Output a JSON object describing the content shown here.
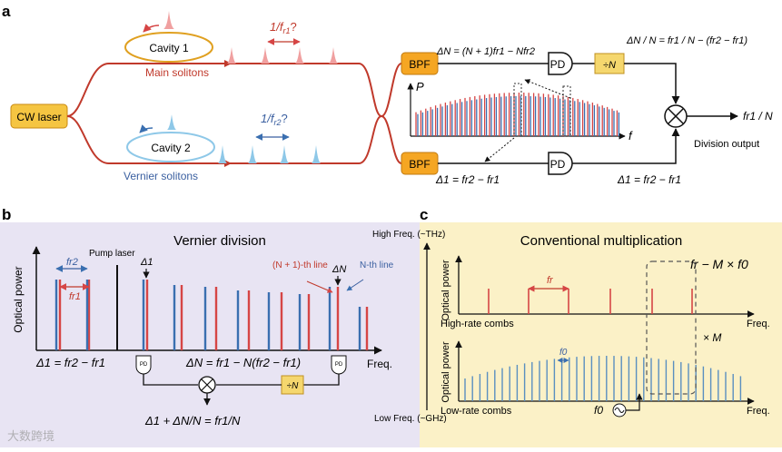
{
  "panels": {
    "a": {
      "label": "a",
      "cw_laser": "CW laser",
      "cavity1": "Cavity 1",
      "cavity2": "Cavity 2",
      "main_solitons": "Main solitons",
      "vernier_solitons": "Vernier solitons",
      "period1": "1/f",
      "period1_sub": "r1",
      "period1_q": "?",
      "period2": "1/f",
      "period2_sub": "r2",
      "period2_q": "?",
      "bpf_top": "BPF",
      "bpf_bottom": "BPF",
      "pd_top": "PD",
      "pd_bottom": "PD",
      "divider": "÷N",
      "delta_n_eq": "ΔN = (N + 1)fr1 − Nfr2",
      "delta_1_eq_left": "Δ1 = fr2 − fr1",
      "delta_1_eq_right": "Δ1 = fr2 − fr1",
      "ratio_eq": "ΔN / N = fr1 / N − (fr2 − fr1)",
      "output_eq": "fr1 / N",
      "axis_p": "P",
      "axis_f": "f",
      "division_output": "Division output",
      "colors": {
        "main": "#d64545",
        "vernier": "#3a6fb0",
        "box": "#f5a623",
        "laser_box": "#f5c542"
      }
    },
    "b": {
      "label": "b",
      "title": "Vernier division",
      "ylabel": "Optical power",
      "xlabel": "Freq.",
      "pump_laser": "Pump laser",
      "fr2": "fr2",
      "fr1": "fr1",
      "delta1": "Δ1",
      "deltaN": "ΔN",
      "n1_line": "(N + 1)-th line",
      "n_line": "N-th line",
      "eq_left": "Δ1 = fr2 − fr1",
      "eq_right": "ΔN = fr1 − N(fr2 − fr1)",
      "eq_bottom": "Δ1 + ΔN/N = fr1/N",
      "pd": "PD",
      "divider": "÷N",
      "bg": "#e8e4f3"
    },
    "c": {
      "label": "c",
      "title": "Conventional multiplication",
      "high_freq": "High Freq. (~THz)",
      "low_freq": "Low Freq. (~GHz)",
      "top_ylabel": "Optical power",
      "bottom_ylabel": "Optical power",
      "high_rate": "High-rate combs",
      "low_rate": "Low-rate combs",
      "xlabel_top": "Freq.",
      "xlabel_bottom": "Freq.",
      "fr_label": "fr",
      "f0_label": "f0",
      "eq_top": "fr − M × f0",
      "times_m": "× M",
      "f0_source": "f0",
      "bg": "#fbf1c7"
    }
  },
  "watermark": "大数跨境"
}
